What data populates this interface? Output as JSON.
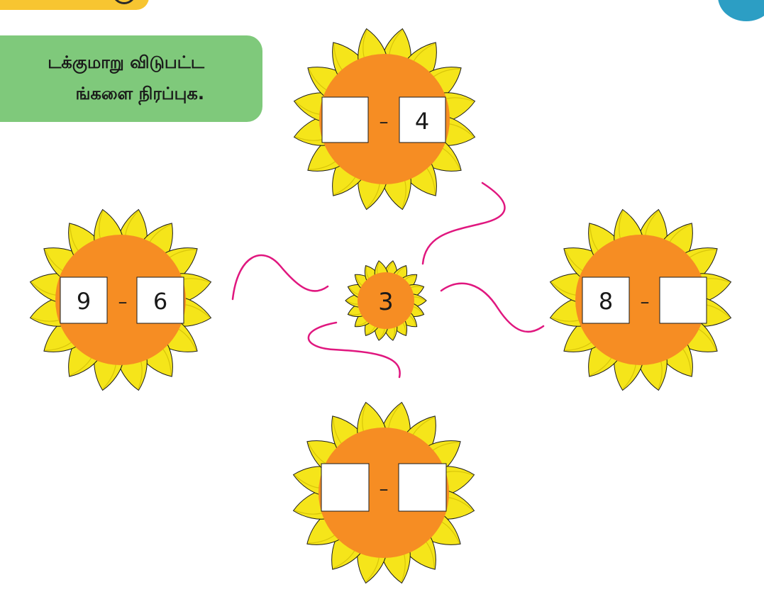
{
  "instruction": {
    "line1": "டக்குமாறு விடுபட்ட",
    "line2": "ங்களை நிரப்புக."
  },
  "center": {
    "value": "3"
  },
  "flowers": [
    {
      "id": "top",
      "left": "",
      "operator": "–",
      "right": "4"
    },
    {
      "id": "left",
      "left": "9",
      "operator": "–",
      "right": "6"
    },
    {
      "id": "right",
      "left": "8",
      "operator": "–",
      "right": ""
    },
    {
      "id": "bottom",
      "left": "",
      "operator": "–",
      "right": ""
    }
  ],
  "colors": {
    "petal": "#f5e51a",
    "petal_shade": "#d8c50a",
    "center": "#f68d23",
    "connector": "#e0177f",
    "instruction_bg": "#7fc97b",
    "tab": "#f7c531",
    "corner": "#2c9ec4"
  }
}
